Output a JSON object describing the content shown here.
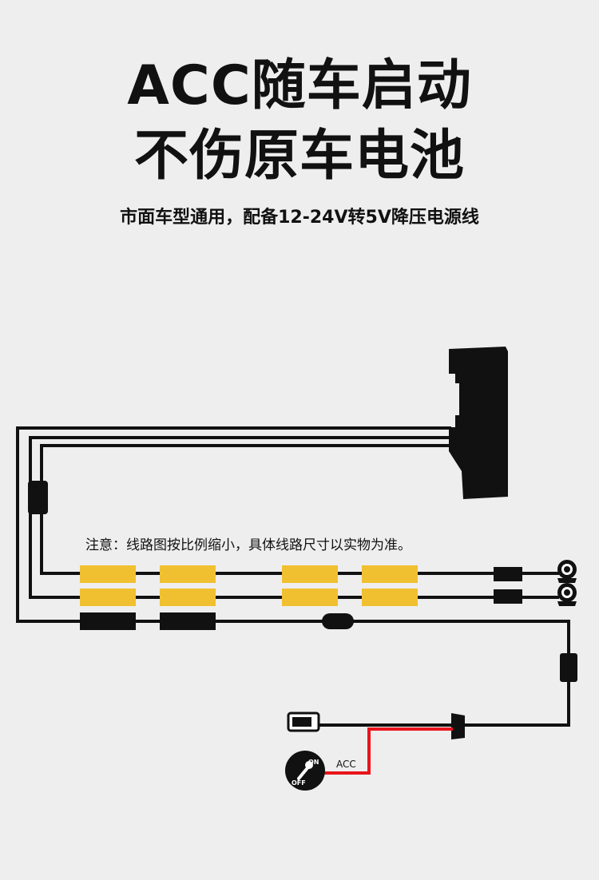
{
  "header": {
    "title_line1": "ACC随车启动",
    "title_line2": "不伤原车电池",
    "subtitle": "市面车型通用，配备12-24V转5V降压电源线"
  },
  "diagram": {
    "note": "注意：线路图按比例缩小，具体线路尺寸以实物为准。",
    "acc_label": "ACC",
    "key_on": "ON",
    "key_off": "OFF"
  },
  "colors": {
    "background": "#eeeeee",
    "wire": "#111111",
    "acc_wire": "#e8141c",
    "connector": "#f0c030"
  }
}
